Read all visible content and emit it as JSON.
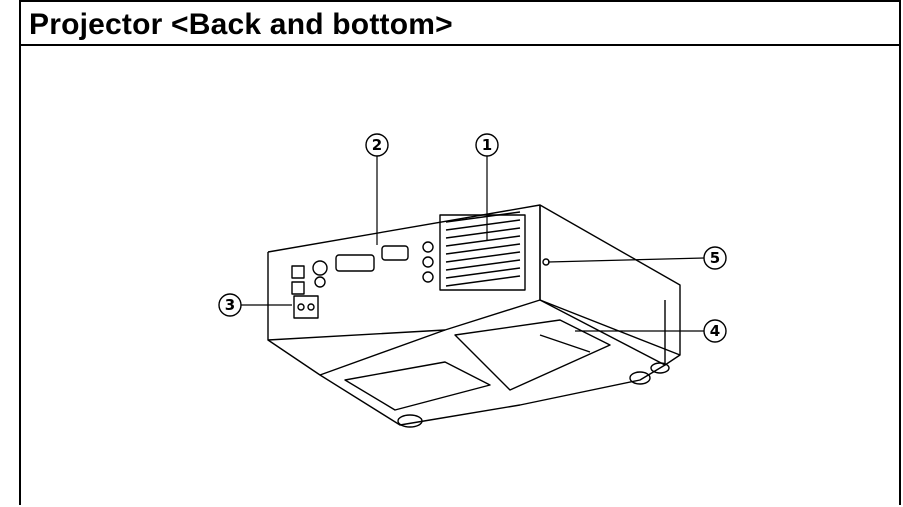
{
  "page_title": "Projector <Back and bottom>",
  "callouts": [
    {
      "label": "1",
      "symbol": "①"
    },
    {
      "label": "2",
      "symbol": "②"
    },
    {
      "label": "3",
      "symbol": "③"
    },
    {
      "label": "4",
      "symbol": "④"
    },
    {
      "label": "5",
      "symbol": "⑤"
    }
  ]
}
